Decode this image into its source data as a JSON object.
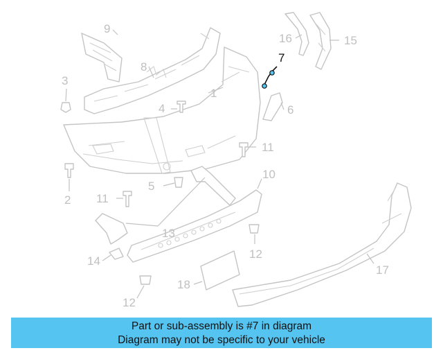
{
  "diagram": {
    "callouts": {
      "c1": "1",
      "c2": "2",
      "c3": "3",
      "c4": "4",
      "c5": "5",
      "c6": "6",
      "c7": "7",
      "c8": "8",
      "c9": "9",
      "c10": "10",
      "c11a": "11",
      "c11b": "11",
      "c12a": "12",
      "c12b": "12",
      "c13": "13",
      "c14": "14",
      "c15": "15",
      "c16": "16",
      "c17": "17",
      "c18": "18"
    },
    "highlighted_part": "7",
    "colors": {
      "highlight": "#111111",
      "parts": "#c4c4c4",
      "banner": "#56c4f0"
    }
  },
  "banner": {
    "line1": "Part or sub-assembly is #7 in diagram",
    "line2": "Diagram may not be specific to your vehicle"
  }
}
